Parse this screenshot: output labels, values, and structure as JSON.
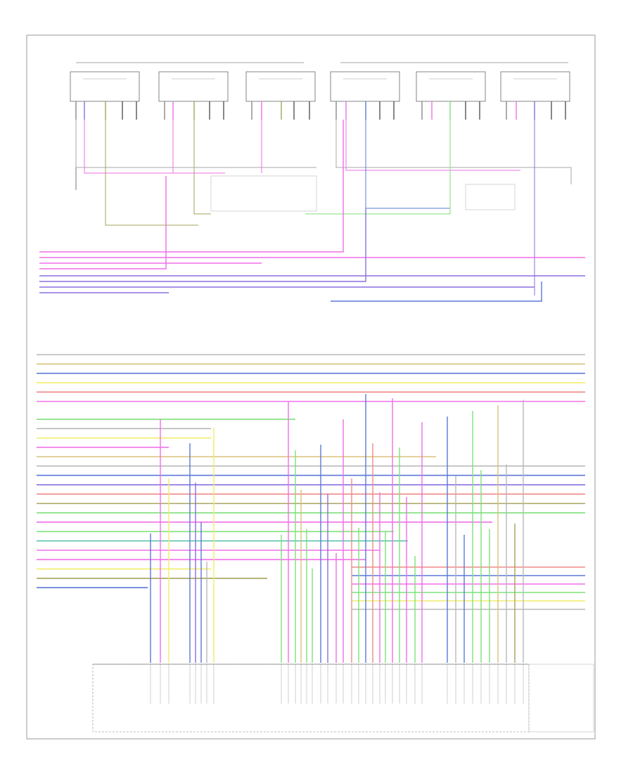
{
  "diagram": {
    "footer_id": "",
    "colors": {
      "pink": "#f06ee8",
      "violet": "#8a6fe0",
      "blue": "#5c78d8",
      "green": "#7ee07a",
      "yellow": "#f3ec6a",
      "tan": "#d8c27a",
      "red": "#f08a8a",
      "gray": "#b8b8b8",
      "teal": "#5cc4b0",
      "olive": "#a6a25c",
      "black": "#555555"
    },
    "coil_groups": [
      {
        "label": "",
        "coils": [
          "",
          "",
          ""
        ]
      },
      {
        "label": "",
        "coils": [
          "",
          "",
          ""
        ]
      }
    ],
    "left_bus": {
      "pink_labels": [
        "",
        "",
        ""
      ],
      "violet_labels": [
        "",
        "",
        ""
      ]
    },
    "rows": [
      {
        "c": "gray"
      },
      {
        "c": "tan"
      },
      {
        "c": "blue"
      },
      {
        "c": "yellow"
      },
      {
        "c": "red"
      },
      {
        "c": "pink"
      },
      {
        "c": "green"
      },
      {
        "c": "gray"
      },
      {
        "c": "yellow"
      },
      {
        "c": "pink"
      },
      {
        "c": "tan"
      },
      {
        "c": "gray"
      },
      {
        "c": "blue"
      },
      {
        "c": "violet"
      },
      {
        "c": "red"
      },
      {
        "c": "olive"
      },
      {
        "c": "green"
      },
      {
        "c": "pink"
      },
      {
        "c": "green"
      },
      {
        "c": "teal"
      },
      {
        "c": "pink"
      },
      {
        "c": "pink"
      },
      {
        "c": "yellow"
      },
      {
        "c": "olive"
      },
      {
        "c": "blue"
      }
    ]
  }
}
